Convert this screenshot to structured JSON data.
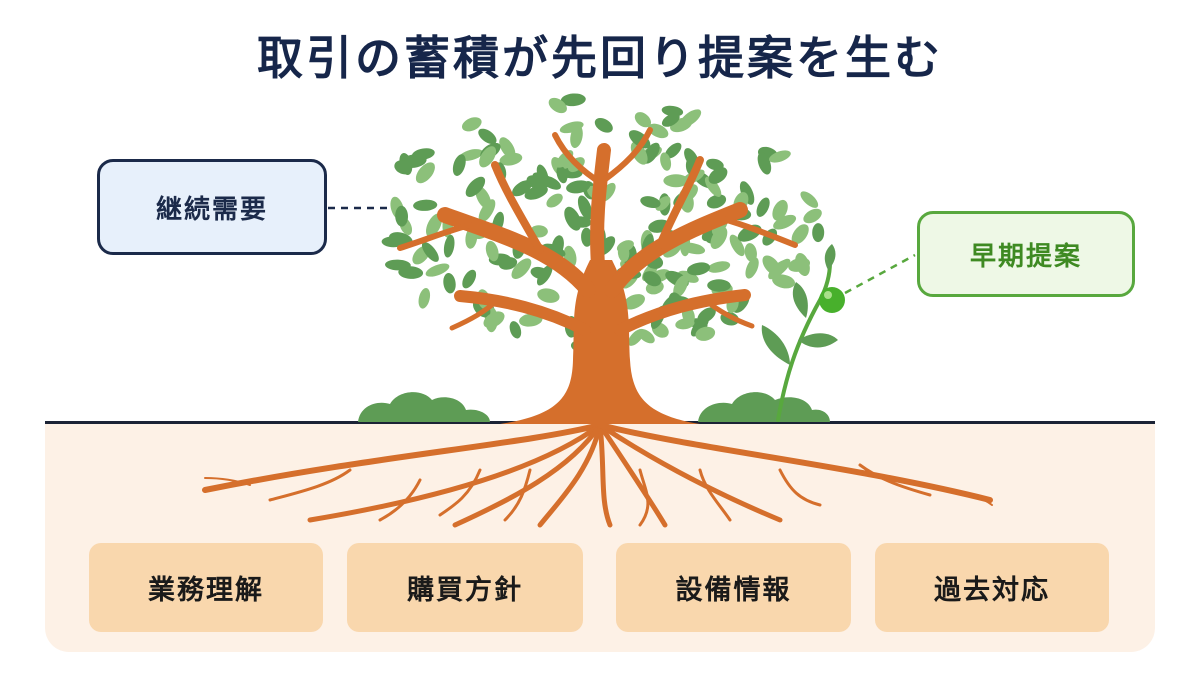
{
  "title": "取引の蓄積が先回り提案を生む",
  "callouts": {
    "left": "継続需要",
    "right": "早期提案"
  },
  "roots": [
    "業務理解",
    "購買方針",
    "設備情報",
    "過去対応"
  ],
  "colors": {
    "title": "#16264a",
    "trunk": "#d56f2c",
    "leaf_dark": "#5e9c55",
    "leaf_light": "#8cc07a",
    "soil": "#fdf1e6",
    "root_box": "#f9d7ad",
    "callout_left_bg": "#e7f0fb",
    "callout_right_bg": "#eef8e6",
    "callout_right_border": "#58a83e"
  }
}
